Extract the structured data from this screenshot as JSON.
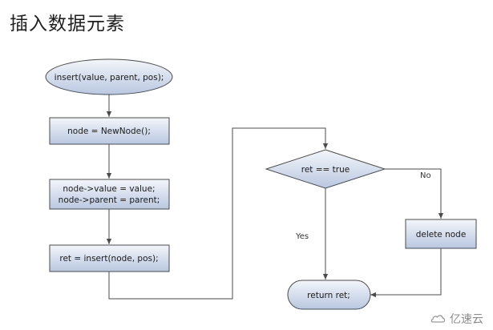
{
  "page": {
    "title": "插入数据元素"
  },
  "diagram": {
    "nodes": {
      "start": "insert(value, parent, pos);",
      "new_node": "node = NewNode();",
      "assign_line1": "node->value = value;",
      "assign_line2": "node->parent = parent;",
      "insert_call": "ret = insert(node, pos);",
      "decision": "ret == true",
      "delete": "delete node",
      "end": "return ret;"
    },
    "edge_labels": {
      "no": "No",
      "yes": "Yes"
    }
  },
  "watermark": {
    "text": "亿速云"
  },
  "colors": {
    "node_fill_light": "#eef2f9",
    "node_fill_dark": "#bcc9e1",
    "stroke": "#4b4b4b"
  }
}
